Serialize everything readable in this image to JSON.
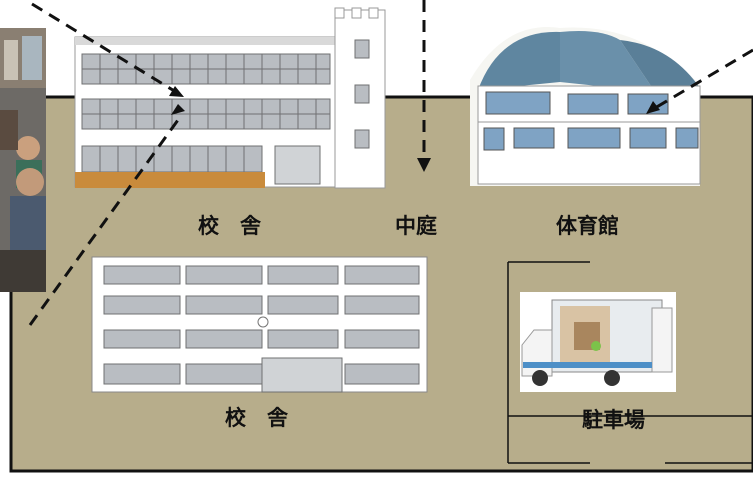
{
  "labels": {
    "school_building_top": "校　舎",
    "courtyard": "中庭",
    "gymnasium": "体育館",
    "school_building_bottom": "校　舎",
    "parking_lot": "駐車場"
  },
  "colors": {
    "ground": "#b7ad8b",
    "outline": "#111111",
    "window_frame": "#6f7072",
    "window_glass": "#b9bdc2",
    "gym_roof": "#5f86a0",
    "gym_window": "#7fa3c4",
    "truck_body": "#e8ecef",
    "truck_stripe": "#4d8fc7"
  },
  "icons": {
    "top_building": "school-building-icon",
    "gym": "gymnasium-icon",
    "bottom_building": "school-building-plan-icon",
    "truck": "mobile-classroom-truck-icon"
  }
}
